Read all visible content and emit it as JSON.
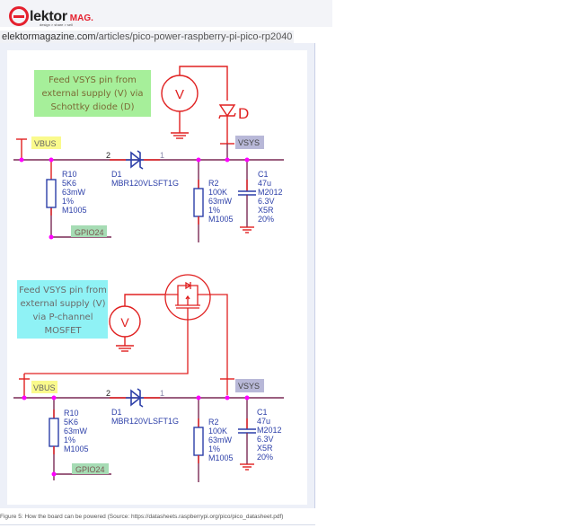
{
  "header": {
    "logo_brand": "lektor",
    "logo_suffix": "MAG.",
    "logo_tagline": "design > share > sell",
    "url_domain": "elektormagazine.com",
    "url_path": "/articles/pico-power-raspberry-pi-pico-rp2040"
  },
  "figure": {
    "caption": "Figure 5: How the board can be powered (Source: https://datasheets.raspberrypi.org/pico/pico_datasheet.pdf)",
    "top_circuit": {
      "note_lines": [
        "Feed VSYS pin from",
        "external supply (V) via",
        "Schottky diode (D)"
      ],
      "source_label": "V",
      "diode_label": "D",
      "vbus_label": "VBUS",
      "vsys_label": "VSYS",
      "pin2": "2",
      "pin1": "1",
      "r10": [
        "R10",
        "5K6",
        "63mW",
        "1%",
        "M1005"
      ],
      "d1": [
        "D1",
        "MBR120VLSFT1G"
      ],
      "r2": [
        "R2",
        "100K",
        "63mW",
        "1%",
        "M1005"
      ],
      "c1": [
        "C1",
        "47u",
        "M2012",
        "6.3V",
        "X5R",
        "20%"
      ],
      "gpio_label": "GPIO24"
    },
    "bottom_circuit": {
      "note_lines": [
        "Feed VSYS pin from",
        "external supply (V)",
        "via P-channel",
        "MOSFET"
      ],
      "source_label": "V",
      "vbus_label": "VBUS",
      "vsys_label": "VSYS",
      "pin2": "2",
      "pin1": "1",
      "r10": [
        "R10",
        "5K6",
        "63mW",
        "1%",
        "M1005"
      ],
      "d1": [
        "D1",
        "MBR120VLSFT1G"
      ],
      "r2": [
        "R2",
        "100K",
        "63mW",
        "1%",
        "M1005"
      ],
      "c1": [
        "C1",
        "47u",
        "M2012",
        "6.3V",
        "X5R",
        "20%"
      ],
      "gpio_label": "GPIO24"
    }
  },
  "colors": {
    "brand_red": "#e5202e",
    "wire_red": "#e02020",
    "bus_purple": "#7a2a55",
    "junction": "#ff00ff",
    "component_blue": "#2c3fa8",
    "note_green": "#a6ef9a",
    "note_cyan": "#8ff2f5",
    "vbus_yellow": "#fafa8c",
    "vsys_lavender": "#b8b8d8",
    "gpio_green": "#a6dcb4"
  }
}
